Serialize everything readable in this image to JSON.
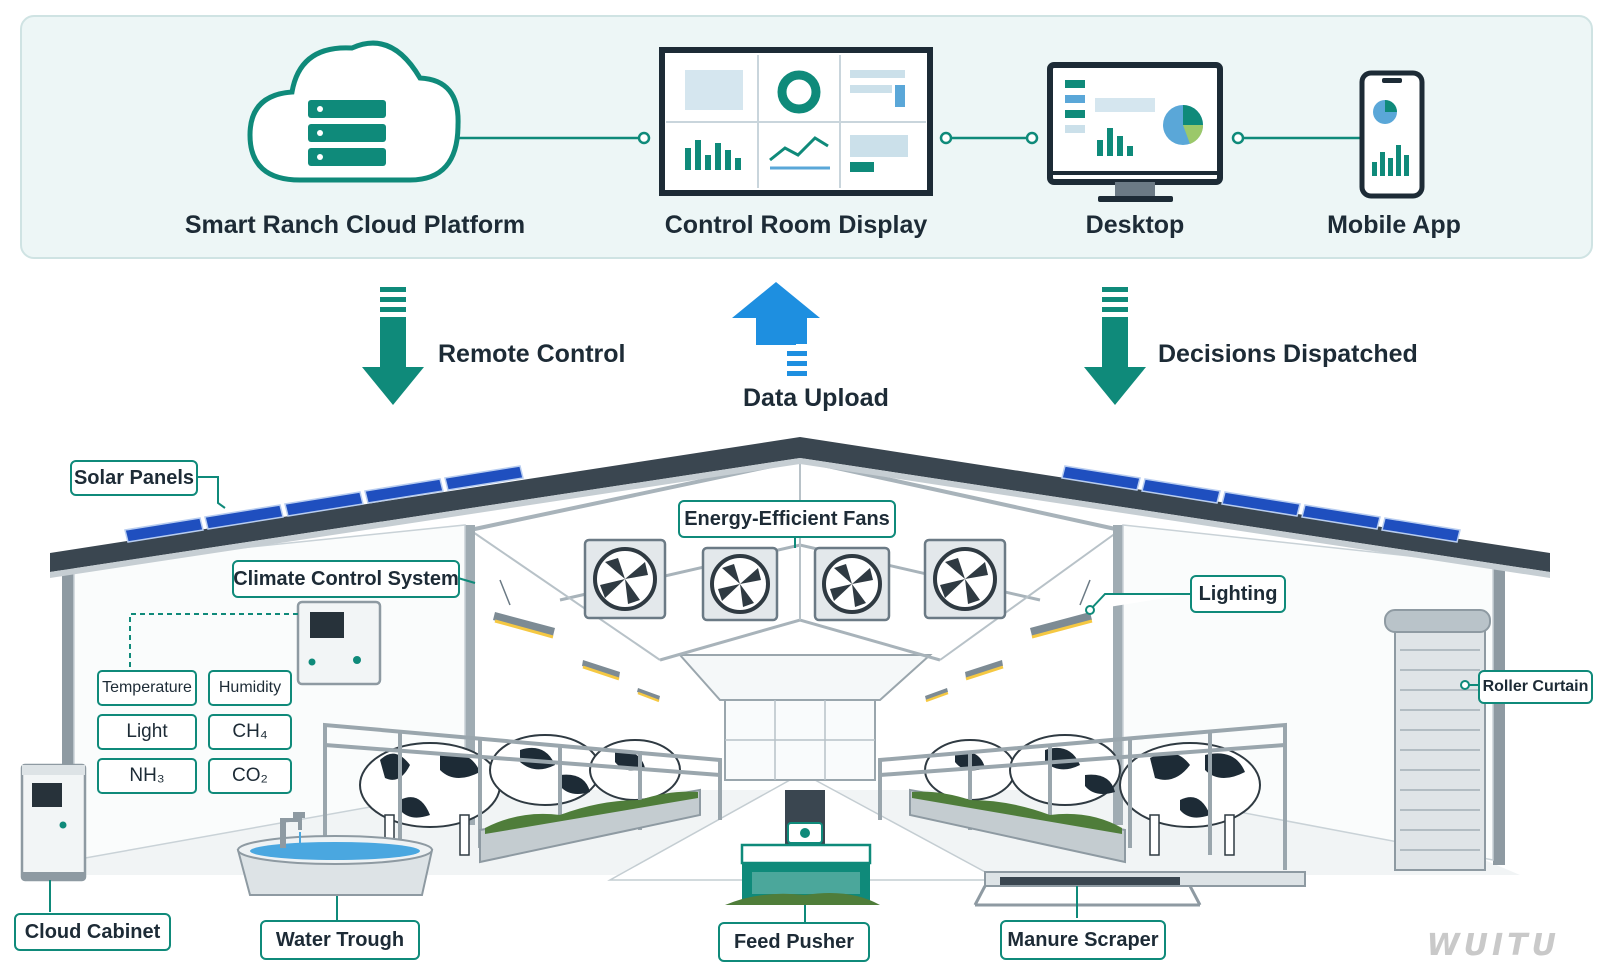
{
  "platform": {
    "cloud_label": "Smart Ranch Cloud Platform",
    "control_room_label": "Control Room Display",
    "desktop_label": "Desktop",
    "mobile_label": "Mobile App"
  },
  "flows": {
    "remote_control": "Remote Control",
    "data_upload": "Data Upload",
    "decisions_dispatched": "Decisions Dispatched"
  },
  "callouts": {
    "solar_panels": "Solar Panels",
    "energy_efficient_fans": "Energy-Efficient Fans",
    "climate_control_system": "Climate Control System",
    "lighting": "Lighting",
    "roller_curtain": "Roller Curtain",
    "cloud_cabinet": "Cloud Cabinet",
    "water_trough": "Water Trough",
    "feed_pusher": "Feed Pusher",
    "manure_scraper": "Manure Scraper"
  },
  "sensors": {
    "temperature": "Temperature",
    "humidity": "Humidity",
    "light": "Light",
    "ch4": "CH₄",
    "nh3": "NH₃",
    "co2": "CO₂"
  },
  "watermark": "WUITU",
  "colors": {
    "teal": "#0f8a7a",
    "upload_blue": "#1e8fe0",
    "panel_bg": "#edf6f6",
    "solar_blue": "#1f4fbf",
    "roof_dark": "#3a4650"
  }
}
